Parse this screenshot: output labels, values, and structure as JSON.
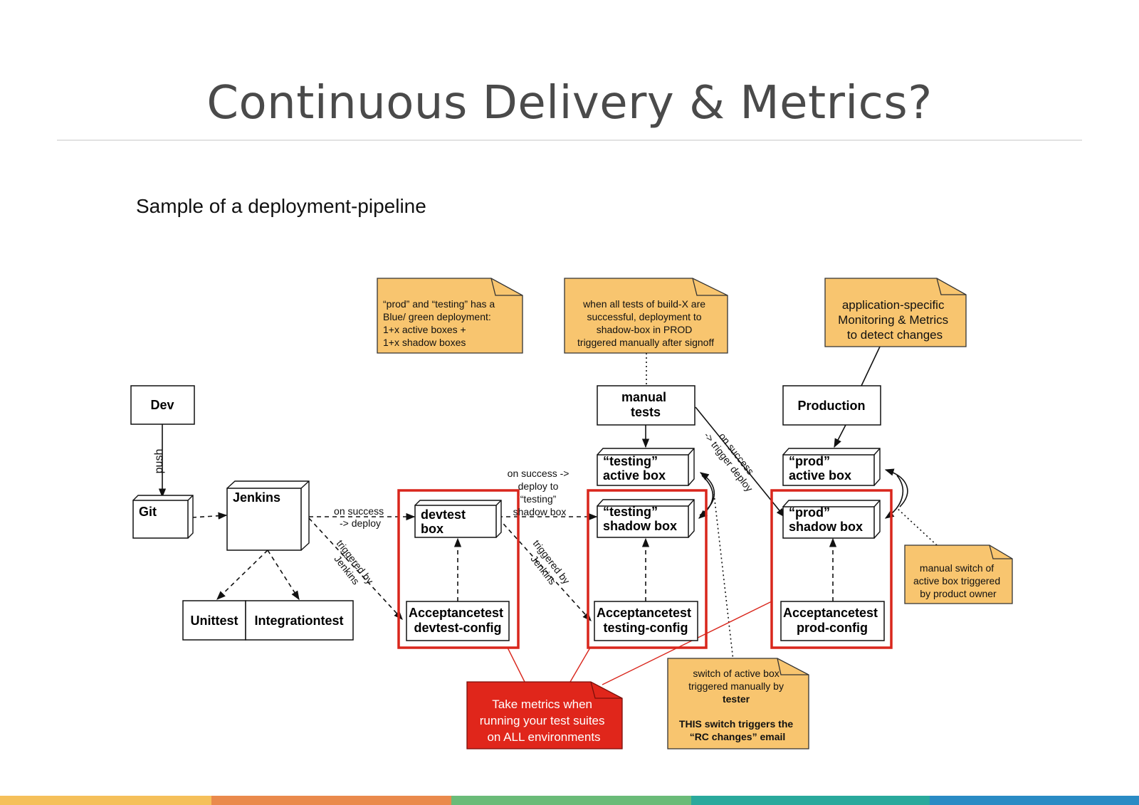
{
  "slide": {
    "title": "Continuous Delivery & Metrics?",
    "subtitle": "Sample of a deployment-pipeline"
  },
  "diagram": {
    "nodes": {
      "dev": "Dev",
      "git": "Git",
      "jenkins": "Jenkins",
      "unittest": "Unittest",
      "integrationtest": "Integrationtest",
      "devtest_box": [
        "devtest",
        "box"
      ],
      "acceptance_devtest": [
        "Acceptancetest",
        "devtest-config"
      ],
      "manual_tests": [
        "manual",
        "tests"
      ],
      "testing_active": [
        "“testing”",
        "active box"
      ],
      "testing_shadow": [
        "“testing”",
        "shadow box"
      ],
      "acceptance_testing": [
        "Acceptancetest",
        "testing-config"
      ],
      "production": "Production",
      "prod_active": [
        "“prod”",
        "active box"
      ],
      "prod_shadow": [
        "“prod”",
        "shadow box"
      ],
      "acceptance_prod": [
        "Acceptancetest",
        "prod-config"
      ]
    },
    "edge_labels": {
      "push": "push",
      "on_success_deploy": [
        "on success",
        "-> deploy"
      ],
      "triggered_by_jenkins": [
        "triggered by",
        "Jenkins"
      ],
      "deploy_to_testing": [
        "on success ->",
        "deploy to",
        "“testing”",
        "shadow box"
      ],
      "on_success_trigger_deploy": [
        "on success",
        "-> trigger deploy"
      ]
    },
    "notes": {
      "blue_green": [
        "“prod” and “testing” has a",
        "Blue/ green deployment:",
        "1+x active boxes +",
        "1+x shadow boxes"
      ],
      "signoff": [
        "when all tests of build-X are",
        "successful, deployment to",
        "shadow-box in PROD",
        "triggered manually after signoff"
      ],
      "monitoring": [
        "application-specific",
        "Monitoring & Metrics",
        "to detect changes"
      ],
      "manual_switch": [
        "manual switch of",
        "active box triggered",
        "by product owner"
      ],
      "tester_switch": [
        "switch of active box",
        "triggered manually by",
        "tester",
        "THIS switch triggers the",
        "“RC changes” email"
      ],
      "take_metrics": [
        "Take metrics when",
        "running your test suites",
        "on ALL environments"
      ]
    },
    "colors": {
      "note_fill": "#f8c56f",
      "highlight_red": "#d9261c",
      "metrics_fill": "#e0261b"
    }
  },
  "footer_bar_colors": [
    "#f5c05a",
    "#ea8a4c",
    "#6abb78",
    "#2aa99c",
    "#2a8bc4"
  ]
}
